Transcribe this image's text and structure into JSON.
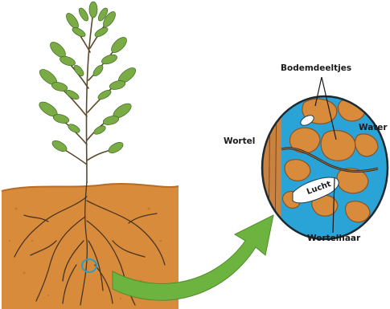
{
  "diagram": {
    "labels": {
      "soil_particles": "Bodemdeeltjes",
      "water": "Water",
      "root": "Wortel",
      "air": "Lucht",
      "root_hair": "Wortelhaar"
    },
    "colors": {
      "soil": "#d88a3a",
      "soil_dark": "#b06a28",
      "water": "#2aa3d6",
      "leaf": "#7aab45",
      "arrow": "#6db33f",
      "focus_ring": "#2a9ec9"
    }
  }
}
